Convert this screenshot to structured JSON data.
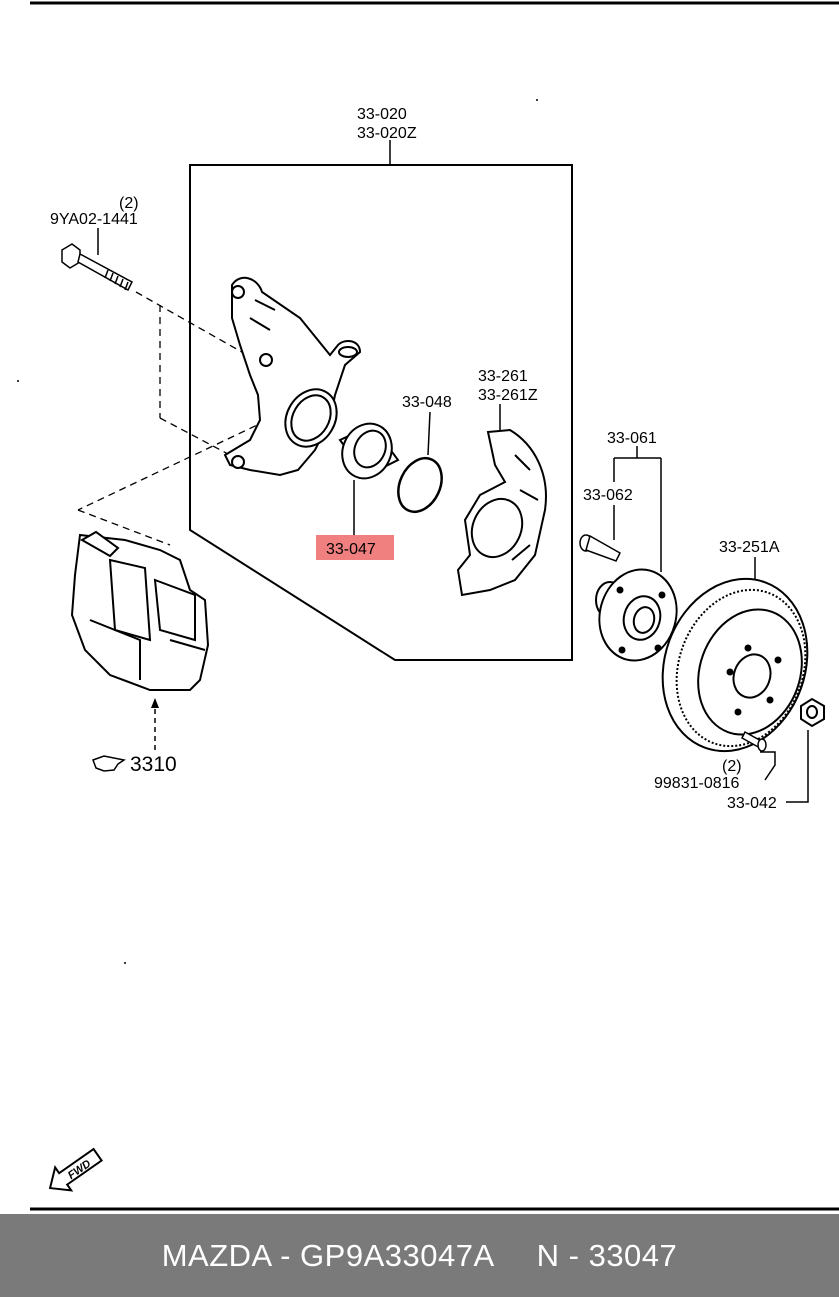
{
  "labels": {
    "knuckle_assy": [
      "33-020",
      "33-020Z"
    ],
    "bolt_qty": "(2)",
    "bolt": "9YA02-1441",
    "dust_cover": [
      "33-261",
      "33-261Z"
    ],
    "snap_ring": "33-048",
    "bearing_highlight": "33-047",
    "hub_assy": "33-061",
    "hub_bolt": "33-062",
    "disc": "33-251A",
    "screw_qty": "(2)",
    "screw": "99831-0816",
    "nut": "33-042",
    "caliper_ref": "3310",
    "fwd": "FWD"
  },
  "highlight_color": "#f08080",
  "footer": {
    "part_text": "MAZDA - GP9A33047A",
    "ref_text": "N - 33047",
    "background": "#7a7a7a"
  }
}
